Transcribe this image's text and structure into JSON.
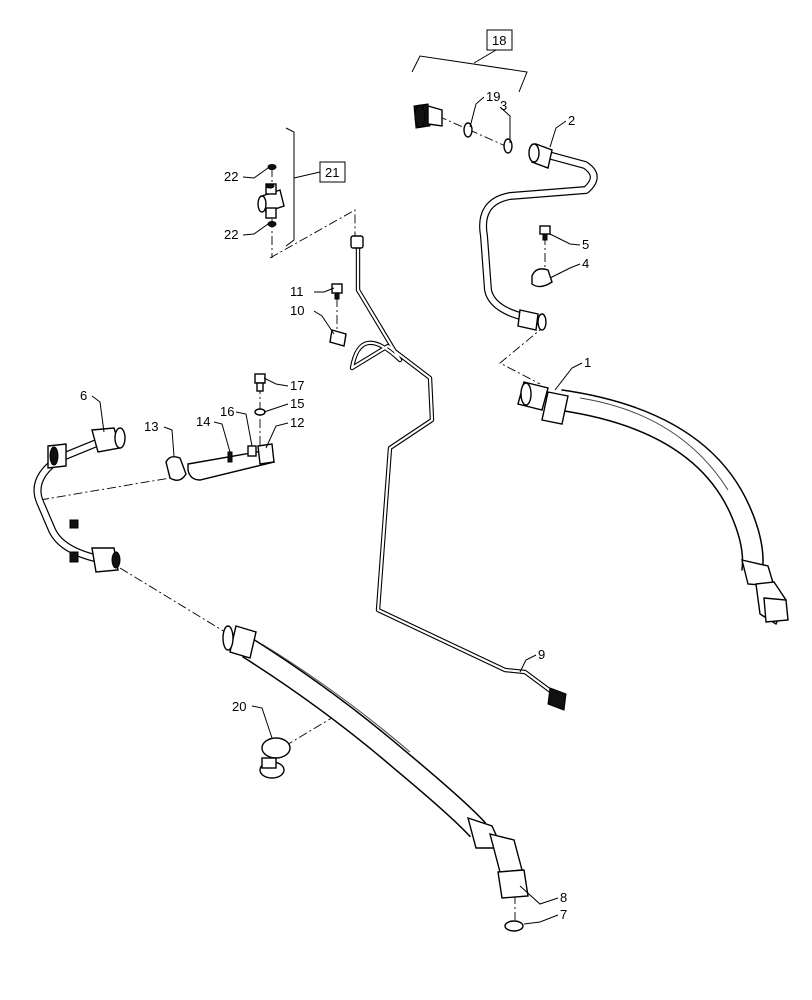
{
  "callouts": [
    {
      "id": "c1",
      "text": "1"
    },
    {
      "id": "c2",
      "text": "2"
    },
    {
      "id": "c3",
      "text": "3"
    },
    {
      "id": "c4",
      "text": "4"
    },
    {
      "id": "c5",
      "text": "5"
    },
    {
      "id": "c6",
      "text": "6"
    },
    {
      "id": "c7",
      "text": "7"
    },
    {
      "id": "c8",
      "text": "8"
    },
    {
      "id": "c9",
      "text": "9"
    },
    {
      "id": "c10",
      "text": "10"
    },
    {
      "id": "c11",
      "text": "11"
    },
    {
      "id": "c12",
      "text": "12"
    },
    {
      "id": "c13",
      "text": "13"
    },
    {
      "id": "c14",
      "text": "14"
    },
    {
      "id": "c15",
      "text": "15"
    },
    {
      "id": "c16",
      "text": "16"
    },
    {
      "id": "c17",
      "text": "17"
    },
    {
      "id": "c18",
      "text": "18"
    },
    {
      "id": "c19",
      "text": "19"
    },
    {
      "id": "c20",
      "text": "20"
    },
    {
      "id": "c21",
      "text": "21"
    },
    {
      "id": "c22a",
      "text": "22"
    },
    {
      "id": "c22b",
      "text": "22"
    }
  ]
}
